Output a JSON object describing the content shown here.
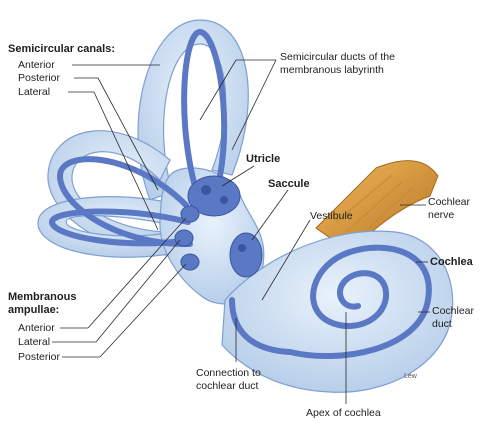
{
  "labels": {
    "semicircular_canals": "Semicircular canals:",
    "anterior_canal": "Anterior",
    "posterior_canal": "Posterior",
    "lateral_canal": "Lateral",
    "membranous_ampullae": "Membranous",
    "membranous_ampullae_2": "ampullae:",
    "anterior_ampulla": "Anterior",
    "lateral_ampulla": "Lateral",
    "posterior_ampulla": "Posterior",
    "semicircular_ducts": "Semicircular ducts of the",
    "semicircular_ducts_2": "membranous labyrinth",
    "utricle": "Utricle",
    "saccule": "Saccule",
    "vestibule": "Vestibule",
    "cochlear_nerve": "Cochlear",
    "cochlear_nerve_2": "nerve",
    "cochlea": "Cochlea",
    "cochlear_duct": "Cochlear",
    "cochlear_duct_2": "duct",
    "connection": "Connection to",
    "connection_2": "cochlear duct",
    "apex": "Apex of cochlea",
    "signature": "Lew"
  },
  "colors": {
    "bony_labyrinth": "#c9dcf0",
    "bony_edge": "#7f9fd1",
    "membranous": "#5a78c4",
    "membranous_dark": "#3c55a0",
    "nerve": "#d99a3c",
    "nerve_dark": "#a8691c"
  }
}
